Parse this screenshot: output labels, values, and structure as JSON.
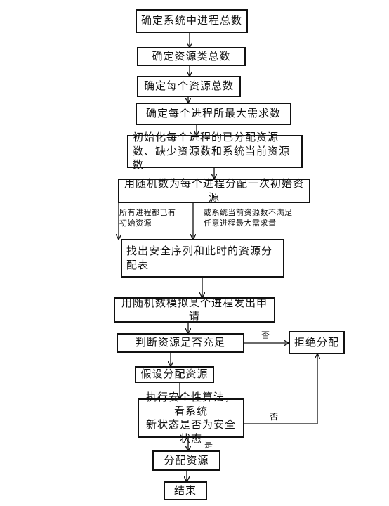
{
  "flow": {
    "s1": "确定系统中进程总数",
    "s2": "确定资源类总数",
    "s3": "确定每个资源总数",
    "s4": "确定每个进程所最大需求数",
    "s5a": "初始化每个进程的已分配资源",
    "s5b": "数、缺少资源数和系统当前资源数",
    "s6": "用随机数为每个进程分配一次初始资源",
    "note_left_1": "所有进程都已有",
    "note_left_2": "初始资源",
    "note_right_1": "或系统当前资源数不满足",
    "note_right_2": "任意进程最大需求量",
    "s7a": "找出安全序列和此时的资源分",
    "s7b": "配表",
    "s8": "用随机数模拟某个进程发出申请",
    "s9": "判断资源是否充足",
    "reject": "拒绝分配",
    "no1": "否",
    "s10": "假设分配资源",
    "s11a": "执行安全性算法，看系统",
    "s11b": "新状态是否为安全状态",
    "no2": "否",
    "yes": "是",
    "s12": "分配资源",
    "s13": "结束"
  }
}
